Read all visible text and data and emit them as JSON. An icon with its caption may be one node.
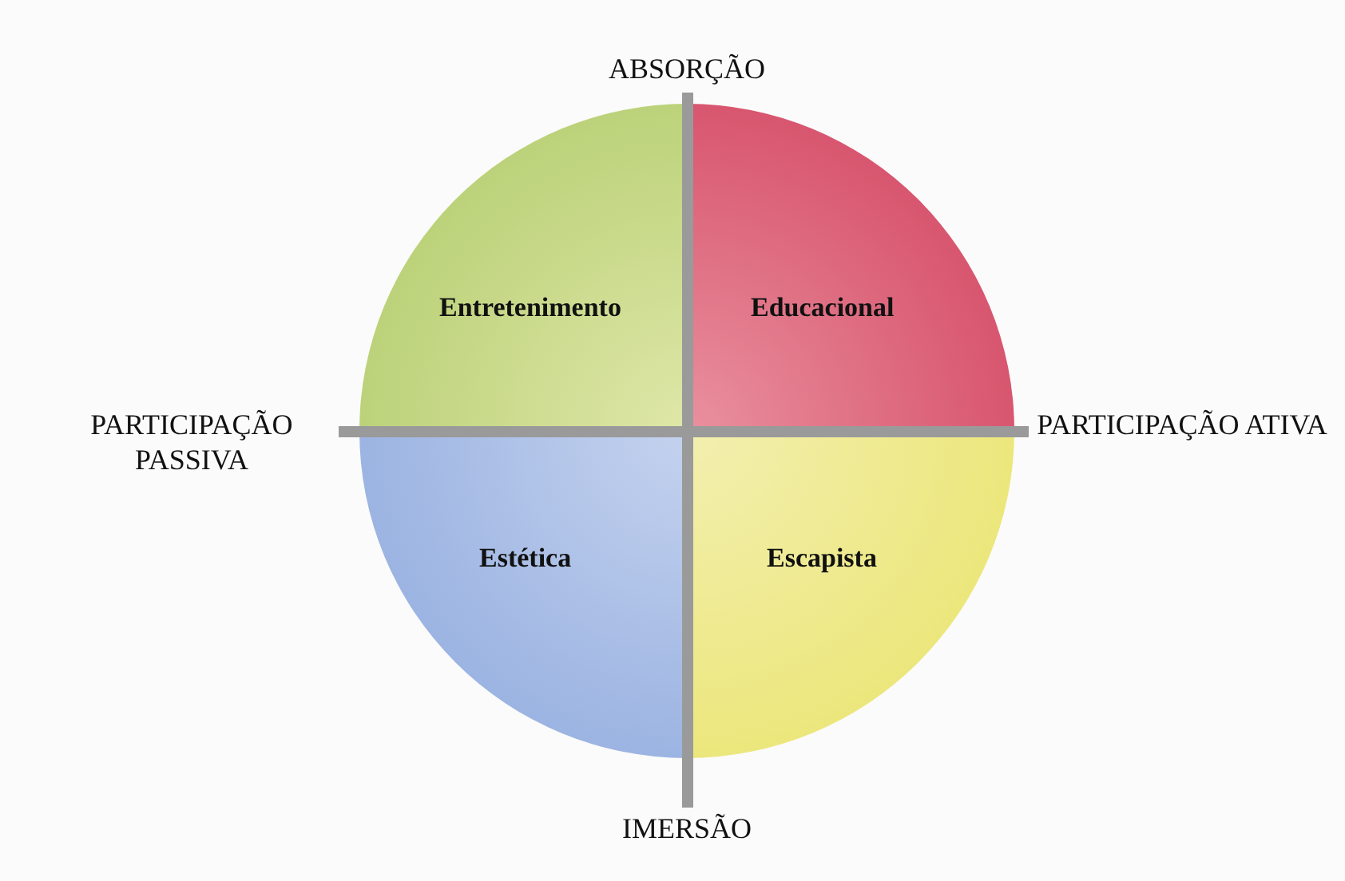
{
  "diagram": {
    "nodes": [
      {
        "text": [
          "Entretenimento"
        ]
      },
      {
        "text": [
          "Educacional"
        ]
      },
      {
        "text": [
          "Estética"
        ]
      },
      {
        "text": [
          "Escapista"
        ]
      }
    ],
    "labels": [
      "ABSORÇÃO",
      "PARTICIPAÇÃO PASSIVA",
      "PARTICIPAÇÃO ATIVA",
      "IMERSÃO"
    ]
  }
}
